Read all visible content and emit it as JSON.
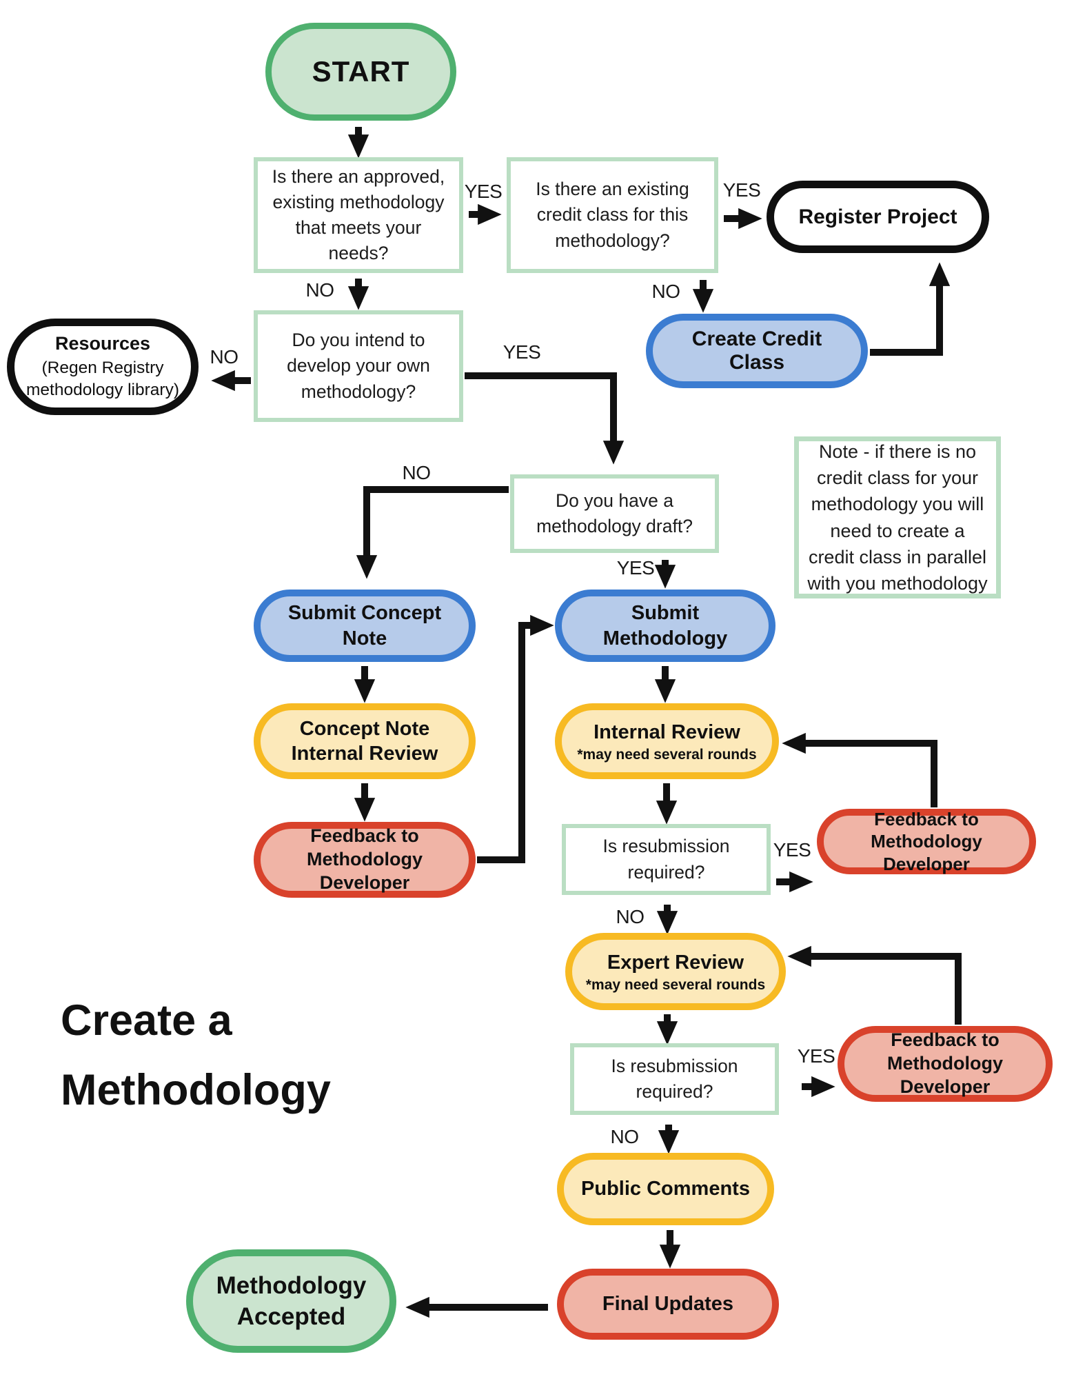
{
  "title": "Create a Methodology",
  "palette": {
    "green_border": "#4fb06f",
    "green_fill": "#cbe4cf",
    "blue_border": "#3b7cd1",
    "blue_fill": "#b6cbea",
    "yellow_border": "#f7ba23",
    "yellow_fill": "#fce9ba",
    "red_border": "#d9422b",
    "red_fill": "#f0b4a6",
    "box_border": "#badec3",
    "black": "#0f0f0f",
    "arrow": "#111111"
  },
  "labels": {
    "yes": "YES",
    "no": "NO"
  },
  "nodes": {
    "start": {
      "label": "START"
    },
    "q_approved": {
      "text": "Is there an approved, existing methodology that meets your needs?"
    },
    "q_credit_class": {
      "text": "Is there an existing credit class for this methodology?"
    },
    "register_project": {
      "label": "Register Project"
    },
    "create_credit_class": {
      "label": "Create Credit Class"
    },
    "q_develop_own": {
      "text": "Do you intend to develop your own methodology?"
    },
    "resources": {
      "label": "Resources",
      "sublabel": "(Regen Registry methodology library)"
    },
    "q_draft": {
      "text": "Do you have a methodology draft?"
    },
    "note": {
      "text": "Note - if there is no credit class for your methodology you will need to create a credit class in parallel with you methodology"
    },
    "submit_concept_note": {
      "label": "Submit Concept Note"
    },
    "concept_note_internal_review": {
      "label": "Concept Note Internal Review"
    },
    "feedback_left": {
      "label": "Feedback to Methodology Developer"
    },
    "submit_methodology": {
      "label": "Submit Methodology"
    },
    "internal_review": {
      "label": "Internal Review",
      "note": "*may need several rounds"
    },
    "q_resubmission_1": {
      "text": "Is resubmission required?"
    },
    "feedback_right_1": {
      "label": "Feedback to Methodology Developer"
    },
    "expert_review": {
      "label": "Expert Review",
      "note": "*may need several rounds"
    },
    "q_resubmission_2": {
      "text": "Is resubmission required?"
    },
    "feedback_right_2": {
      "label": "Feedback to Methodology Developer"
    },
    "public_comments": {
      "label": "Public Comments"
    },
    "final_updates": {
      "label": "Final Updates"
    },
    "methodology_accepted": {
      "label": "Methodology Accepted"
    }
  }
}
